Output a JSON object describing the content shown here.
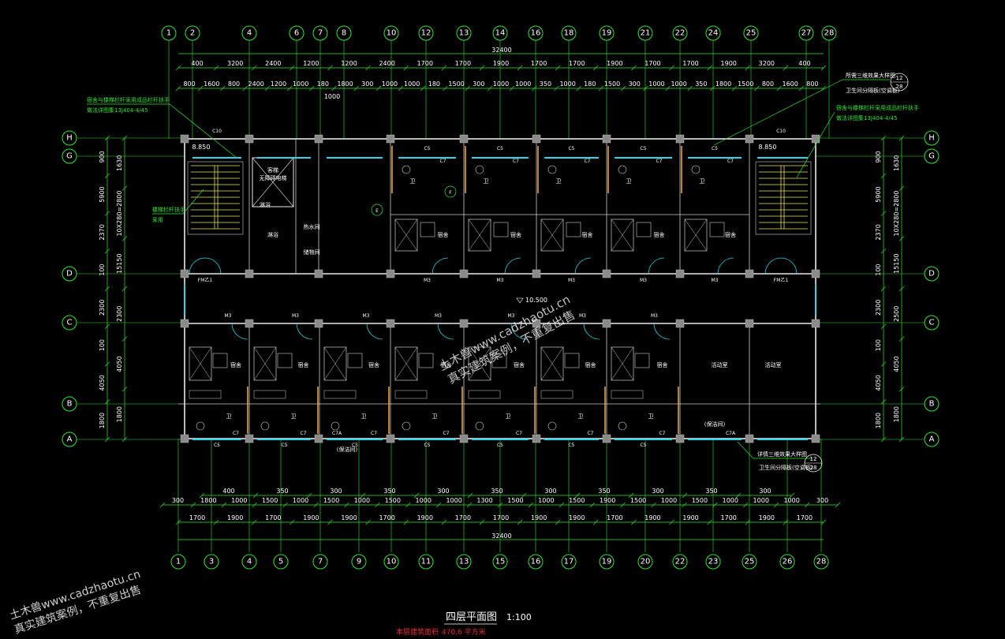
{
  "drawing": {
    "title": "四层平面图",
    "scale": "1:100",
    "area_note": "本层建筑面积",
    "area_value": "470.6 平方米",
    "level_main": "10.500",
    "stair_level_left": "8.850",
    "stair_level_right": "8.850"
  },
  "axes_top": [
    "1",
    "2",
    "4",
    "6",
    "7",
    "8",
    "10",
    "12",
    "13",
    "14",
    "16",
    "18",
    "19",
    "21",
    "22",
    "24",
    "25",
    "27",
    "28"
  ],
  "axes_bottom": [
    "1",
    "3",
    "4",
    "5",
    "7",
    "9",
    "10",
    "11",
    "13",
    "15",
    "16",
    "17",
    "19",
    "20",
    "22",
    "23",
    "25",
    "26",
    "28"
  ],
  "axes_rows": [
    "H",
    "G",
    "D",
    "C",
    "B",
    "A"
  ],
  "dims_top_total": "32400",
  "dims_top_row1": [
    "400",
    "3200",
    "2400",
    "1200",
    "1200",
    "2400",
    "1700",
    "1700",
    "1900",
    "1700",
    "1700",
    "1900",
    "1700",
    "1700",
    "1900",
    "3200",
    "400"
  ],
  "dims_top_row2": [
    "800",
    "1600",
    "800",
    "2400",
    "1200",
    "1000",
    "180",
    "1800",
    "300",
    "1000",
    "1000",
    "180",
    "1500",
    "300",
    "1000",
    "1000",
    "350",
    "1000",
    "180",
    "1500",
    "300",
    "1000",
    "1000",
    "350",
    "1800",
    "1500",
    "800",
    "1600",
    "800"
  ],
  "dims_top_extra": [
    "1000"
  ],
  "dims_bottom_row1": [
    "300",
    "1800",
    "1000",
    "1500",
    "1000",
    "1500",
    "1000",
    "1500",
    "1000",
    "1000",
    "1300",
    "1500",
    "1000",
    "1500",
    "1900",
    "1500",
    "1000",
    "1500",
    "1000",
    "1000",
    "1000",
    "300"
  ],
  "dims_bottom_row2": [
    "1700",
    "1900",
    "1700",
    "1900",
    "1900",
    "1700",
    "1900",
    "1700",
    "1700",
    "1900",
    "1900",
    "1700",
    "1900",
    "1900",
    "1700",
    "1900",
    "1700"
  ],
  "dims_bottom_ticks": [
    "400",
    "350",
    "300",
    "350",
    "300",
    "350",
    "300",
    "350",
    "300",
    "350",
    "300"
  ],
  "dims_bottom_total": "32400",
  "dims_left_outer": [
    "900",
    "5900",
    "2370",
    "100",
    "2300",
    "100",
    "4050",
    "1800"
  ],
  "dims_left_inner": [
    "1630",
    "10X280=2800",
    "15150",
    "2300",
    "4050",
    "1800"
  ],
  "dims_right_outer": [
    "900",
    "5900",
    "2370",
    "100",
    "2300",
    "100",
    "4050",
    "1800"
  ],
  "dims_right_inner": [
    "1630",
    "10X280=2800",
    "15150",
    "2500",
    "4050",
    "1800"
  ],
  "notes": {
    "left_top_1": "宿舍与楼梯栏杆采用成品栏杆扶手",
    "left_top_2": "做法详图集13J404-4/45",
    "left_mid_1": "楼梯栏杆扶手",
    "left_mid_2": "采用",
    "right_top_1": "所需三维效果大样图",
    "right_top_2": "卫生间分隔板(空调板)",
    "right_top_3": "宿舍与楼梯栏杆采用成品栏杆扶手",
    "right_top_4": "做法详图集13J404-4/45",
    "right_bottom_1": "详情三维效果大样图",
    "right_bottom_2": "卫生间分隔板(空调板)",
    "bubble_top_num": "12",
    "bubble_top_den": "28",
    "bubble_bot_num": "12",
    "bubble_bot_den": "28"
  },
  "rooms": {
    "dorm": "宿舍",
    "bath": "卫",
    "elevator": "客梯",
    "elevator_sub": "无障碍电梯",
    "shower": "淋浴",
    "hot_water": "热水间",
    "storage": "储物间",
    "dorm_special": "宿舍",
    "hall": "活动室",
    "cleaning": "(保洁间)",
    "garbage": "(保洁间)"
  },
  "tags": {
    "window_c5": "C5",
    "window_c7": "C7",
    "window_c7a": "C7A",
    "window_c10": "C10",
    "door_m3": "M3",
    "door_fm": "FM乙1",
    "section_e": "E",
    "section_f": "F"
  },
  "watermark": {
    "center_line1": "土木兽www.cadzhaotu.cn",
    "center_line2": "真实建筑案例，不重复出售",
    "corner_line1": "土木兽www.cadzhaotu.cn",
    "corner_line2": "真实建筑案例，不重复出售"
  },
  "colors": {
    "axis": "#2ee62e",
    "wall": "#e8e8e8",
    "window": "#29d8e8",
    "stair": "#e8e840",
    "note_red": "#e83030"
  }
}
